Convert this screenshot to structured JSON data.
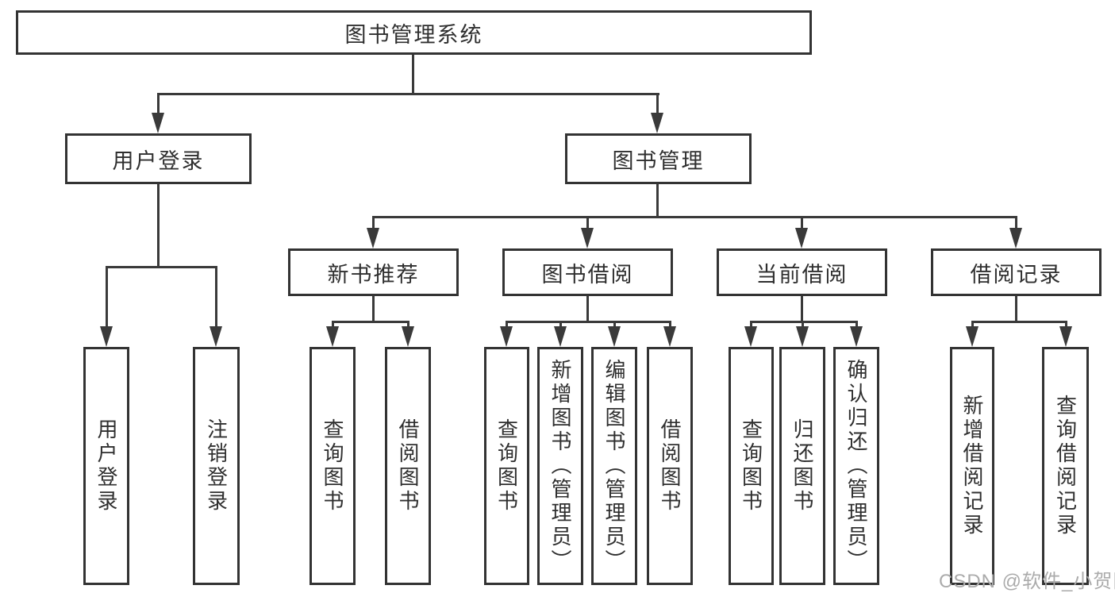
{
  "nodes": {
    "root": {
      "label": "图书管理系统"
    },
    "user_login": {
      "label": "用户登录",
      "children": [
        {
          "label": "用户登录"
        },
        {
          "label": "注销登录"
        }
      ]
    },
    "book_mgmt": {
      "label": "图书管理",
      "sections": [
        {
          "label": "新书推荐",
          "children": [
            {
              "label": "查询图书"
            },
            {
              "label": "借阅图书"
            }
          ]
        },
        {
          "label": "图书借阅",
          "children": [
            {
              "label": "查询图书"
            },
            {
              "label": "新增图书（管理员）"
            },
            {
              "label": "编辑图书（管理员）"
            },
            {
              "label": "借阅图书"
            }
          ]
        },
        {
          "label": "当前借阅",
          "children": [
            {
              "label": "查询图书"
            },
            {
              "label": "归还图书"
            },
            {
              "label": "确认归还（管理员）"
            }
          ]
        },
        {
          "label": "借阅记录",
          "children": [
            {
              "label": "新增借阅记录"
            },
            {
              "label": "查询借阅记录"
            }
          ]
        }
      ]
    }
  },
  "watermark": {
    "text": "CSDN @软件_小贺同学"
  },
  "colors": {
    "line": "#3a3a3a",
    "box_border": "#333333",
    "text": "#2f2f2f",
    "watermark": "#ababab",
    "background": "#ffffff"
  }
}
